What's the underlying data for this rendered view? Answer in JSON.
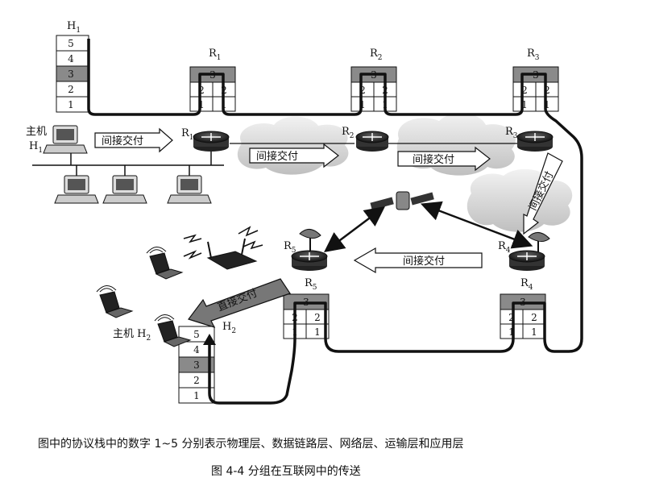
{
  "labels": {
    "h1_top": "H",
    "h1_top_sub": "1",
    "host_h1_line1": "主机",
    "host_h1_line2": "H",
    "host_h1_sub": "1",
    "host_h2": "主机 H",
    "host_h2_sub": "2",
    "h2_stack": "H",
    "h2_stack_sub": "2",
    "r1": "R",
    "r1_sub": "1",
    "r2": "R",
    "r2_sub": "2",
    "r3": "R",
    "r3_sub": "3",
    "r4": "R",
    "r4_sub": "4",
    "r5": "R",
    "r5_sub": "5"
  },
  "stack_layers": [
    "5",
    "4",
    "3",
    "2",
    "1"
  ],
  "router_stack": {
    "top": "3",
    "mid": "2",
    "bot": "1"
  },
  "indirect_delivery": "间接交付",
  "direct_delivery": "直接交付",
  "caption_line1": "图中的协议栈中的数字 1~5 分别表示物理层、数据链路层、网络层、运输层和应用层",
  "caption_line2": "图 4-4    分组在互联网中的传送",
  "colors": {
    "highlight": "#8a8a8a",
    "ink": "#111111",
    "cloud": "#d8d8d8",
    "arrow_fill": "#ffffff",
    "direct_arrow": "#777777"
  }
}
